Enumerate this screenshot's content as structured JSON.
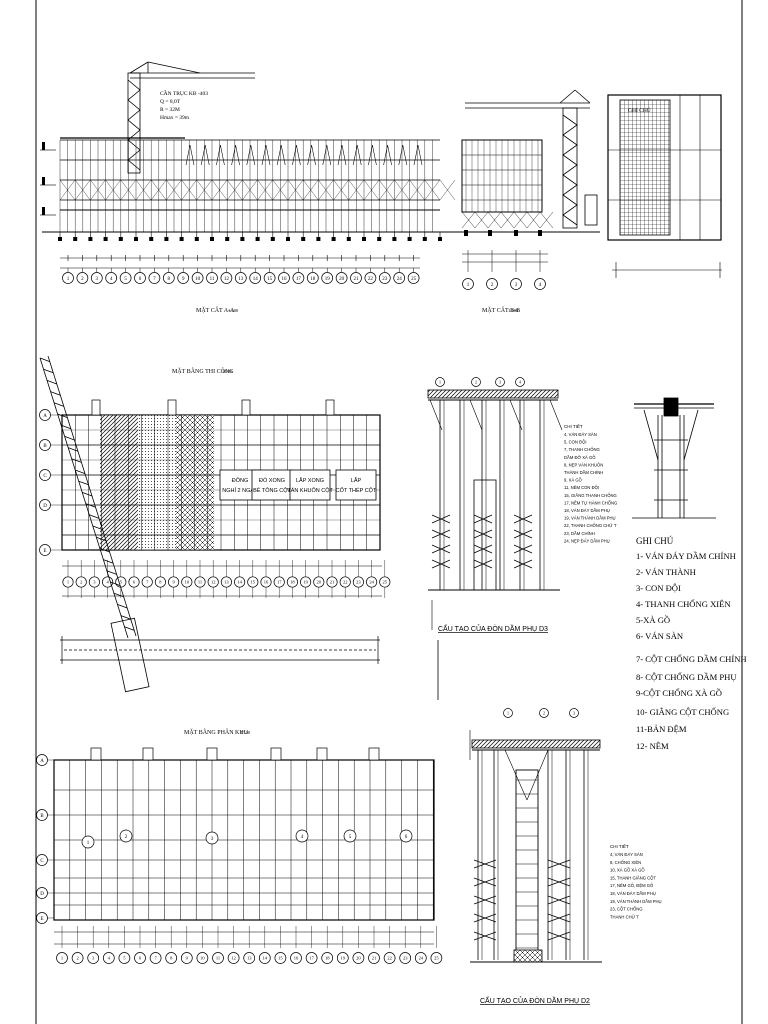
{
  "crane_label": {
    "name": "CẦN TRỤC KB -403",
    "q": "Q = 8,0T",
    "r": "R = 32M",
    "h": "Hmax = 39m"
  },
  "section_aa_title": "MẶT CẮT A-A",
  "section_bb_title": "MẶT CẮT B-B",
  "plan_construction_title": "MẶT BẰNG THI CÔNG",
  "plan_zones_title": "MẶT BẰNG PHÂN KHU",
  "scale_label": "1/100",
  "zone_boxes": [
    {
      "line1": "ĐÔNG",
      "line2": "NGHỈ 2 NGÀY"
    },
    {
      "line1": "ĐỔ XONG",
      "line2": "BÊ TÔNG CỘT"
    },
    {
      "line1": "LẮP XONG",
      "line2": "VÁN KHUÔN CỘT"
    },
    {
      "line1": "LẮP",
      "line2": "CỐT THÉP CỘT"
    }
  ],
  "row_axes": [
    "A",
    "B",
    "C",
    "D",
    "E"
  ],
  "col_axes": [
    "1",
    "2",
    "3",
    "4",
    "5",
    "6",
    "7",
    "8",
    "9",
    "10",
    "11",
    "12",
    "13",
    "14",
    "15",
    "16",
    "17",
    "18",
    "19",
    "20",
    "21",
    "22",
    "23",
    "24",
    "25"
  ],
  "zone_markers": [
    "1",
    "2",
    "3",
    "4",
    "5",
    "6"
  ],
  "d3_title": "CẤU TẠO CỦA ĐÒN DẦM PHỤ D3",
  "d2_title": "CẤU TẠO CỦA ĐÒN DẦM PHỤ D2",
  "d3_legend": {
    "title": "CHI TIẾT",
    "items": [
      "4, VÁN ĐÁY SÀN",
      "5, CON ĐỘI",
      "7, THANH CHỐNG",
      "DẦM ĐỠ XÀ GỒ",
      "8, NẸP VÁN KHUÔN",
      "THÀNH DẦM CHÍNH",
      "9, XÀ GỒ",
      "11, NÊM CON ĐỘI",
      "15, GIẰNG THANH CHỐNG",
      "17, NÊM TỰ HÀNH CHỐNG",
      "18, VÁN ĐÁY DẦM PHỤ",
      "19, VÁN THÀNH DẦM PHỤ",
      "22, THANH CHỐNG CHỮ T",
      "23, DẦM CHÍNH",
      "24, NẸP ĐÁY DẦM PHỤ"
    ]
  },
  "d2_legend": {
    "title": "CHI TIẾT",
    "items": [
      "4, VÁN ĐÁY SÀN",
      "8, CHỐNG XIÊN",
      "10, XÀ GỒ XÀ GỒ",
      "15, THANH GIẰNG CỘT",
      "17, NÊM GỖ, ĐỆM GỖ",
      "18, VÁN ĐÁY DẦM PHỤ",
      "19, VÁN THÀNH DẦM PHỤ",
      "23, CỘT CHỐNG",
      "THANH CHỮ T"
    ]
  },
  "notes": {
    "title": "GHI CHÚ",
    "items": [
      "1- VÁN ĐÁY DẦM CHÍNH",
      "2- VÁN THÀNH",
      "3- CON ĐỘI",
      "4- THANH CHỐNG XIÊN",
      "5-XÀ GỒ",
      "6- VÁN SÀN",
      "7- CỘT CHỐNG DẦM CHÍNH",
      "8- CỘT CHỐNG DẦM PHỤ",
      "9-CỘT CHỐNG XÀ GỒ",
      "10- GIẰNG CỘT CHỐNG",
      "11-BẢN ĐỆM",
      "12- NÊM"
    ]
  }
}
